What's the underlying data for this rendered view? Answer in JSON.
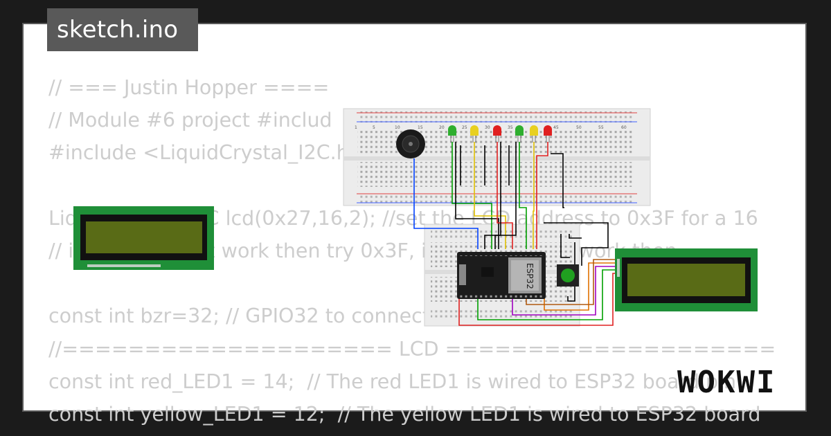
{
  "window": {
    "title": "sketch.ino"
  },
  "code_lines": [
    "// === Justin Hopper ====",
    "// Module #6 project #includ",
    "#include <LiquidCrystal_I2C.h",
    "",
    "LiquidCrystal_I2C lcd(0x27,16,2); //set the LCD address to 0x3F for a 16",
    "// if 0x27 doesn't work then try 0x3F, if that does not work then",
    "",
    "const int bzr=32; // GPIO32 to connect the buzzer",
    "//==================== LCD ====================",
    "const int red_LED1 = 14;  // The red LED1 is wired to ESP32 board pin",
    "const int yellow_LED1 = 12;  // The yellow LED1 is wired to ESP32 board"
  ],
  "board_label": "ESP32",
  "breadboard_col_numbers": [
    "1",
    "5",
    "10",
    "15",
    "20",
    "25",
    "30",
    "35",
    "40",
    "45",
    "50",
    "55",
    "60"
  ],
  "brand": {
    "logo_text": "WOKWI"
  },
  "colors": {
    "background": "#1b1b1b",
    "card": "#ffffff",
    "tab": "#595959",
    "code_text": "#cdcdcd",
    "lcd_pcb": "#1f8f38",
    "lcd_screen": "#596b16",
    "wire_red": "#e00000",
    "wire_green": "#00a000",
    "wire_blue": "#0040ff",
    "wire_yellow": "#e0c000",
    "wire_black": "#000000",
    "wire_purple": "#a000c0",
    "wire_brown": "#b05a10",
    "wire_orange": "#e07000"
  }
}
